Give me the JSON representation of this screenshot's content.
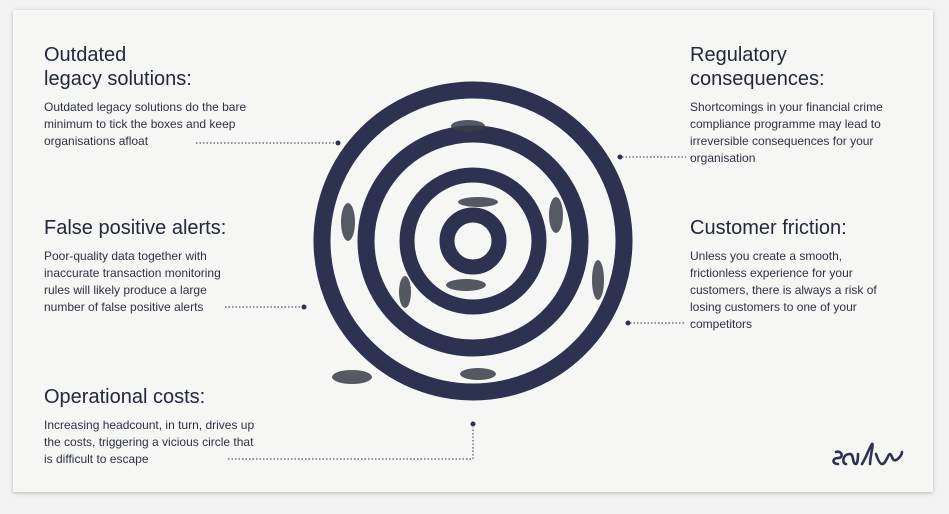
{
  "blocks": {
    "legacy": {
      "title_line1": "Outdated",
      "title_line2": "legacy solutions:",
      "body": "Outdated legacy solutions do the bare minimum to tick the boxes and keep organisations afloat"
    },
    "false_positive": {
      "title": "False positive alerts:",
      "body": "Poor-quality data together with inaccurate transaction monitoring rules will likely produce a large number of false positive alerts"
    },
    "operational": {
      "title": "Operational costs:",
      "body": "Increasing headcount, in turn, drives up the costs, triggering a vicious circle that is difficult to escape"
    },
    "regulatory": {
      "title_line1": "Regulatory",
      "title_line2": "consequences:",
      "body": "Shortcomings in your financial crime compliance programme may lead to irreversible consequences for your organisation"
    },
    "friction": {
      "title": "Customer friction:",
      "body": "Unless you create a smooth, frictionless experience for your customers, there is always a risk of losing customers to one of your competitors"
    }
  },
  "colors": {
    "ring": "#2d3250",
    "background": "#f6f6f5",
    "text": "#23283a"
  },
  "logo": {
    "icon": "salv-logo-icon"
  }
}
